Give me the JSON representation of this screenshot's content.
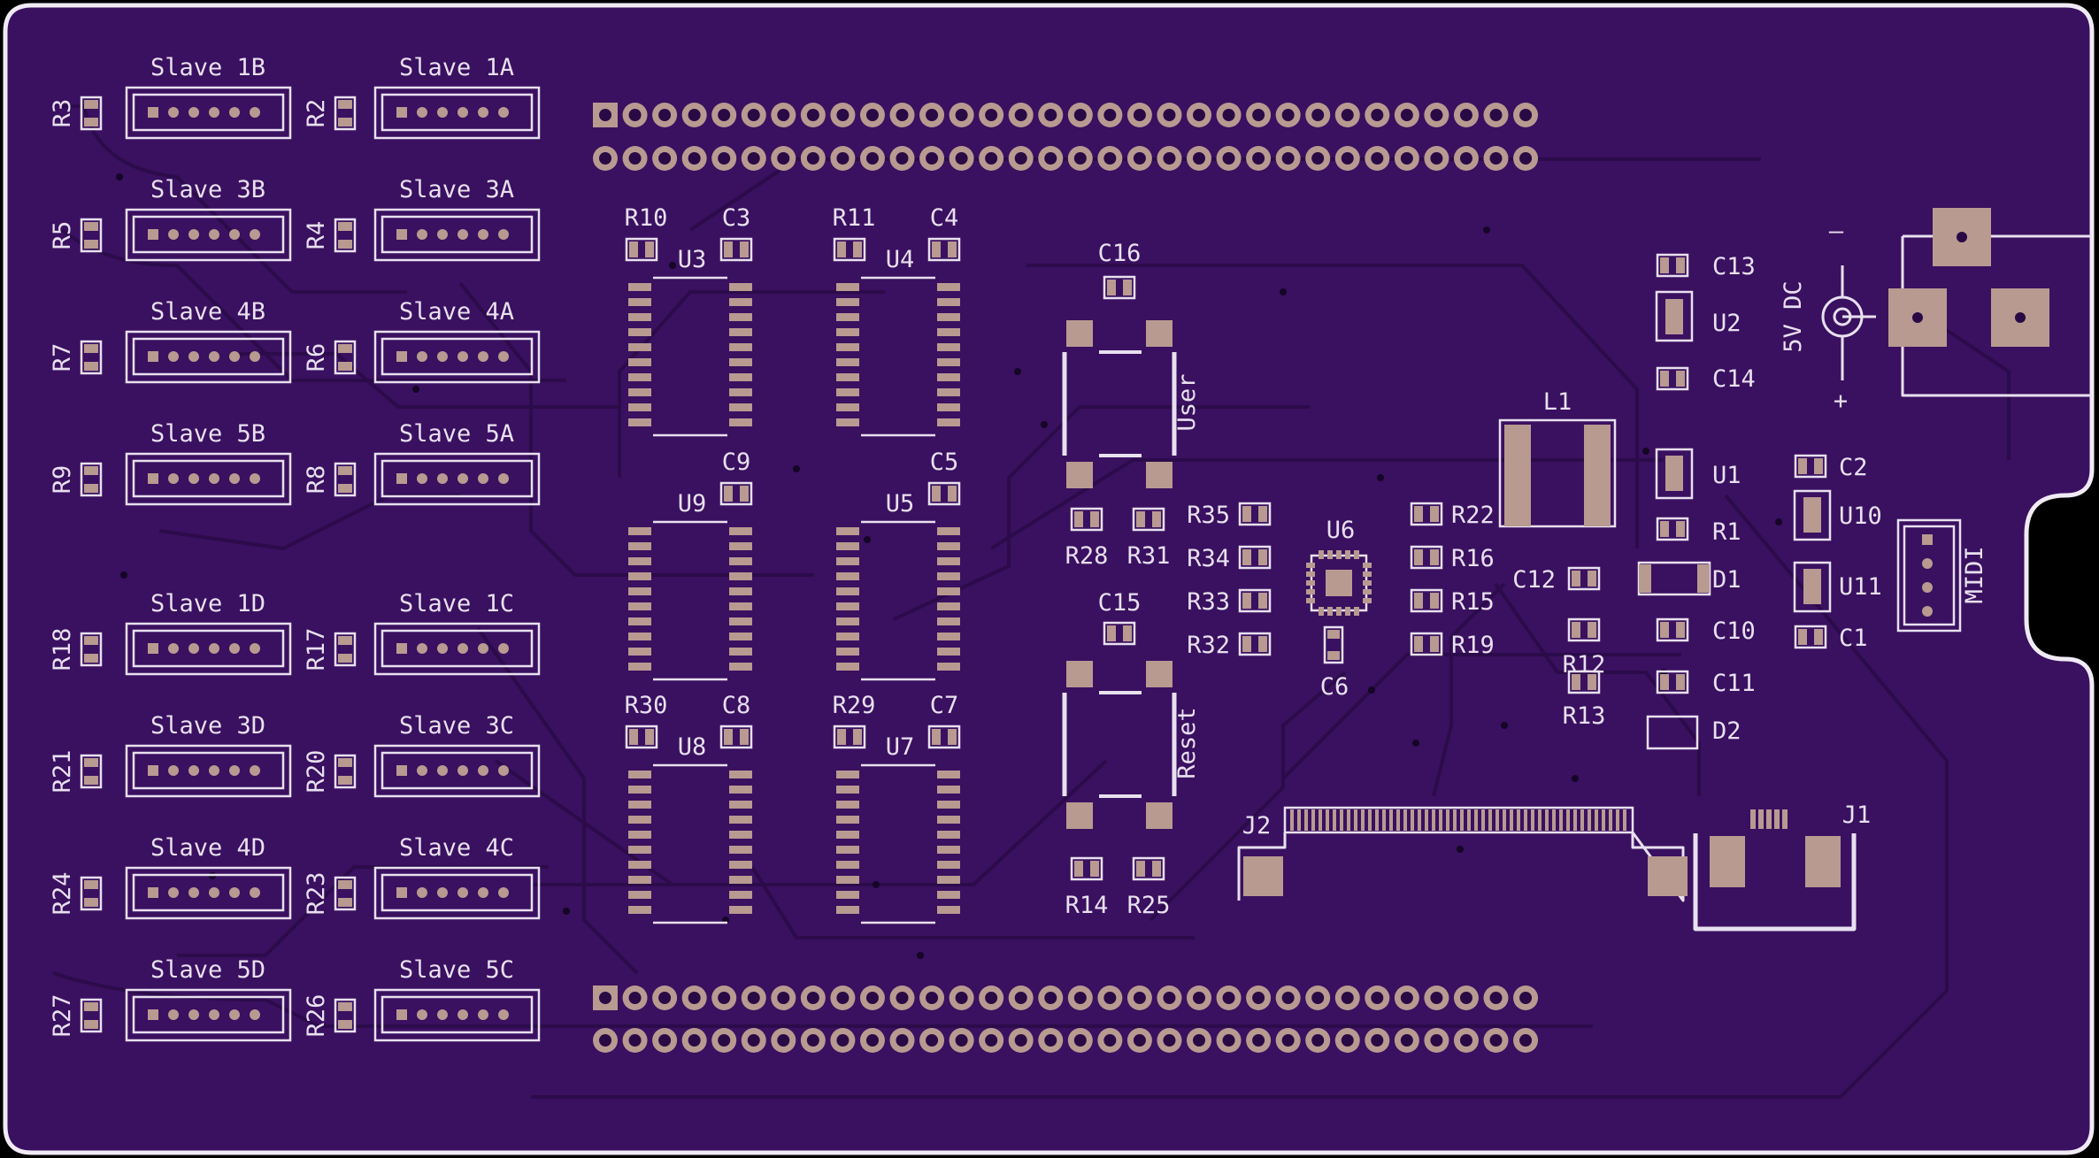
{
  "colors": {
    "board": "#3a1060",
    "outline": "#f0eaf5",
    "trace": "#2c0b4b",
    "pad": "#b89a91",
    "hole": "#2a0a45",
    "silk": "#e8e0ef"
  },
  "slaves": [
    [
      "Slave 1B",
      "Slave 1A"
    ],
    [
      "Slave 3B",
      "Slave 3A"
    ],
    [
      "Slave 4B",
      "Slave 4A"
    ],
    [
      "Slave 5B",
      "Slave 5A"
    ],
    [
      "Slave 1D",
      "Slave 1C"
    ],
    [
      "Slave 3D",
      "Slave 3C"
    ],
    [
      "Slave 4D",
      "Slave 4C"
    ],
    [
      "Slave 5D",
      "Slave 5C"
    ]
  ],
  "slave_resistors": [
    [
      "R3",
      "R2"
    ],
    [
      "R5",
      "R4"
    ],
    [
      "R7",
      "R6"
    ],
    [
      "R9",
      "R8"
    ],
    [
      "R18",
      "R17"
    ],
    [
      "R21",
      "R20"
    ],
    [
      "R24",
      "R23"
    ],
    [
      "R27",
      "R26"
    ]
  ],
  "ics": [
    {
      "name": "U3",
      "res": "R10",
      "cap": "C3"
    },
    {
      "name": "U4",
      "res": "R11",
      "cap": "C4"
    },
    {
      "name": "U9",
      "res": "",
      "cap": "C9"
    },
    {
      "name": "U5",
      "res": "",
      "cap": "C5"
    },
    {
      "name": "U8",
      "res": "R30",
      "cap": "C8"
    },
    {
      "name": "U7",
      "res": "R29",
      "cap": "C7"
    }
  ],
  "buttons": {
    "user": "User",
    "reset": "Reset"
  },
  "center": {
    "c16": "C16",
    "c15": "C15",
    "r28": "R28",
    "r31": "R31",
    "r14": "R14",
    "r25": "R25",
    "r35": "R35",
    "r34": "R34",
    "r33": "R33",
    "r32": "R32",
    "r22": "R22",
    "r16": "R16",
    "r15": "R15",
    "r19": "R19",
    "u6": "U6",
    "c6": "C6"
  },
  "power": {
    "c13": "C13",
    "u2": "U2",
    "c14": "C14",
    "l1": "L1",
    "u1": "U1",
    "r1": "R1",
    "d1": "D1",
    "c12": "C12",
    "r12": "R12",
    "r13": "R13",
    "c10": "C10",
    "c11": "C11",
    "d2": "D2",
    "c2": "C2",
    "u10": "U10",
    "u11": "U11",
    "c1": "C1",
    "dc_label": "5V DC",
    "minus": "–",
    "plus": "+"
  },
  "connectors": {
    "midi": "MIDI",
    "j1": "J1",
    "j2": "J2"
  }
}
